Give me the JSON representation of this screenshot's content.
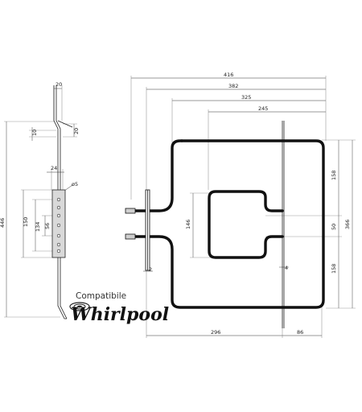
{
  "side_view": {
    "dim_top_width": "20",
    "dim_top_offset": "10",
    "dim_top_right": "20",
    "dim_bracket_width": "24",
    "dim_hole_dia": "ø5",
    "dim_total_height": "446",
    "dim_bracket_height": "150",
    "dim_hole_span": "134",
    "dim_hole_pitch": "56"
  },
  "top_view": {
    "dim_w416": "416",
    "dim_w382": "382",
    "dim_w325": "325",
    "dim_w245": "245",
    "dim_h158_top": "158",
    "dim_h50": "50",
    "dim_h158_bottom": "158",
    "dim_h366": "366",
    "dim_h146": "146",
    "dim_b296": "296",
    "dim_b86": "86",
    "dim_gap_left": "2",
    "dim_gap_right": "4"
  },
  "brand": {
    "compat_label": "Compatibile",
    "name": "Whirlpool"
  }
}
